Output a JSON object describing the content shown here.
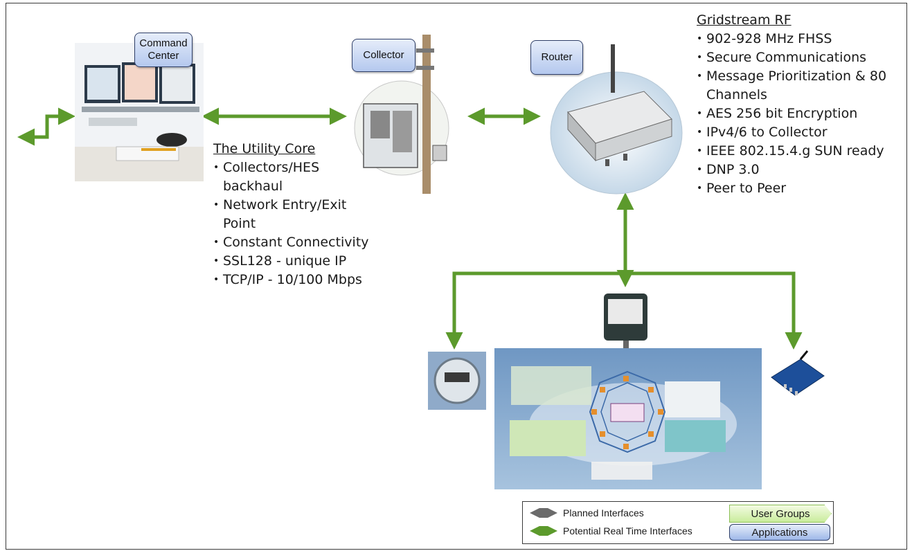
{
  "nodes": {
    "command_center": "Command\nCenter",
    "collector": "Collector",
    "router": "Router"
  },
  "utility_core": {
    "title": "The Utility Core",
    "bullets": [
      "Collectors/HES backhaul",
      "Network Entry/Exit Point",
      "Constant Connectivity",
      "SSL128 - unique IP",
      "TCP/IP - 10/100 Mbps"
    ]
  },
  "gridstream": {
    "title": "Gridstream RF",
    "bullets": [
      "902-928 MHz FHSS",
      "Secure Communications",
      "Message Prioritization & 80 Channels",
      "AES 256 bit Encryption",
      "IPv4/6 to Collector",
      "IEEE 802.15.4.g SUN ready",
      "DNP 3.0",
      "Peer to Peer"
    ]
  },
  "legend": {
    "planned": "Planned Interfaces",
    "realtime": "Potential Real Time Interfaces",
    "user_groups": "User Groups",
    "applications": "Applications"
  },
  "colors": {
    "realtime_arrow": "#5c9a2c",
    "planned_arrow": "#6b6b6b",
    "pill_border": "#2f3f68"
  },
  "icons": [
    "command-center-photo",
    "utility-pole-collector",
    "router-device",
    "electric-meter",
    "esp-network-diagram",
    "xbee-module",
    "relay-device"
  ]
}
